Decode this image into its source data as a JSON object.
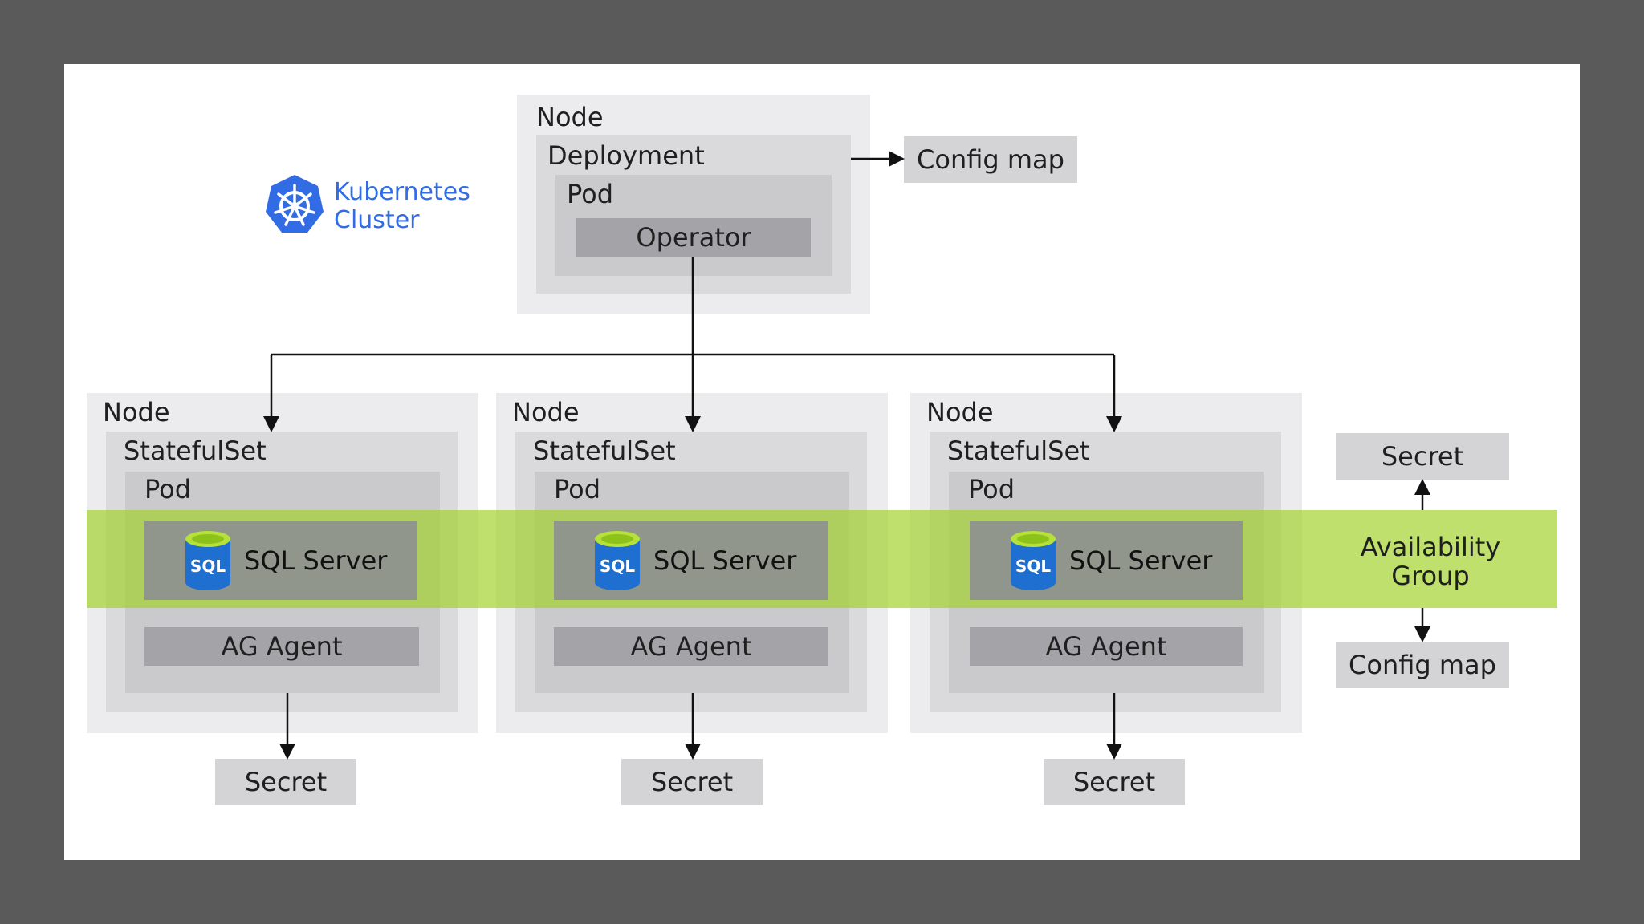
{
  "cluster": {
    "label_line1": "Kubernetes",
    "label_line2": "Cluster",
    "logo_color": "#326ce5"
  },
  "operator_node": {
    "node_label": "Node",
    "deployment_label": "Deployment",
    "pod_label": "Pod",
    "operator_label": "Operator"
  },
  "top_config_map": "Config map",
  "sql_nodes": [
    {
      "node_label": "Node",
      "statefulset_label": "StatefulSet",
      "pod_label": "Pod",
      "sql_label": "SQL Server",
      "sql_icon_text": "SQL",
      "agent_label": "AG Agent",
      "secret_label": "Secret"
    },
    {
      "node_label": "Node",
      "statefulset_label": "StatefulSet",
      "pod_label": "Pod",
      "sql_label": "SQL Server",
      "sql_icon_text": "SQL",
      "agent_label": "AG Agent",
      "secret_label": "Secret"
    },
    {
      "node_label": "Node",
      "statefulset_label": "StatefulSet",
      "pod_label": "Pod",
      "sql_label": "SQL Server",
      "sql_icon_text": "SQL",
      "agent_label": "AG Agent",
      "secret_label": "Secret"
    }
  ],
  "availability_group": {
    "label_line1": "Availability",
    "label_line2": "Group",
    "band_color": "#a0d228",
    "secret_label": "Secret",
    "config_map_label": "Config map"
  },
  "icons": [
    "kubernetes-helm-icon",
    "sql-database-icon"
  ]
}
